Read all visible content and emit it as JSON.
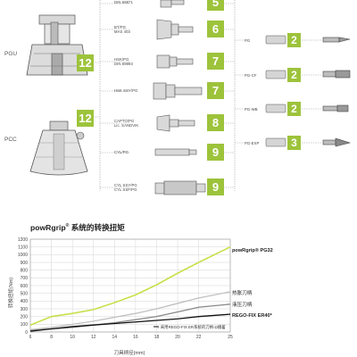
{
  "left": {
    "pgu_label": "PGU",
    "pcc_label": "PCC",
    "pgu_badge": "12",
    "pcc_badge": "12"
  },
  "holders": [
    {
      "line1": "",
      "line2": "DIN 69871",
      "badge": "5"
    },
    {
      "line1": "BT/PG",
      "line2": "MAS 403",
      "badge": "6"
    },
    {
      "line1": "HSK/PG",
      "line2": "DIN 69893",
      "badge": "7"
    },
    {
      "line1": "HSK SSY/PG",
      "line2": "",
      "badge": "7"
    },
    {
      "line1": "CAPTO/PG",
      "line2": "Lic. SANDVIK",
      "badge": "8"
    },
    {
      "line1": "CYL/PG",
      "line2": "",
      "badge": "9"
    },
    {
      "line1": "CYL SSY/PG",
      "line2": "CYL SSF/PG",
      "badge": "9"
    }
  ],
  "collets": [
    {
      "label": "PG",
      "badge": "2"
    },
    {
      "label": "PG-CF",
      "badge": "2"
    },
    {
      "label": "PG-WB",
      "badge": "2"
    },
    {
      "label": "PG-EXP",
      "badge": "3"
    }
  ],
  "chart_title": {
    "brand": "powRgrip",
    "reg": "®",
    "rest": " 系统的转换扭矩"
  },
  "chart_data": {
    "type": "line",
    "xlabel": "刀具柄径(mm)",
    "ylabel": "转换扭矩(Nm)",
    "xlim": [
      6,
      25
    ],
    "ylim": [
      0,
      1200
    ],
    "x_ticks": [
      6,
      8,
      10,
      12,
      14,
      16,
      18,
      20,
      22,
      25
    ],
    "y_ticks": [
      0,
      100,
      200,
      300,
      400,
      500,
      600,
      700,
      800,
      900,
      1000,
      1100,
      1200
    ],
    "note": "= 采用REGO-FIX ER系统的刀柄-Ω播蓄",
    "series": [
      {
        "name": "powRgrip® PG32",
        "color": "#c8e04a",
        "x": [
          6,
          8,
          10,
          12,
          14,
          16,
          18,
          20,
          22,
          25
        ],
        "y": [
          90,
          200,
          240,
          290,
          380,
          480,
          610,
          760,
          900,
          1100
        ]
      },
      {
        "name": "热胀刀柄",
        "color": "#c0c0c0",
        "x": [
          6,
          8,
          10,
          12,
          14,
          16,
          18,
          20,
          22,
          25
        ],
        "y": [
          30,
          60,
          100,
          140,
          190,
          240,
          300,
          370,
          440,
          520
        ]
      },
      {
        "name": "液压刀柄",
        "color": "#888888",
        "x": [
          6,
          8,
          10,
          12,
          14,
          16,
          18,
          20,
          22,
          25
        ],
        "y": [
          20,
          40,
          60,
          90,
          120,
          160,
          200,
          260,
          320,
          360
        ]
      },
      {
        "name": "REGO-FIX ER40*",
        "color": "#111111",
        "x": [
          6,
          8,
          10,
          12,
          14,
          16,
          18,
          20,
          22,
          25
        ],
        "y": [
          10,
          40,
          70,
          90,
          110,
          130,
          150,
          170,
          200,
          230
        ]
      }
    ]
  }
}
